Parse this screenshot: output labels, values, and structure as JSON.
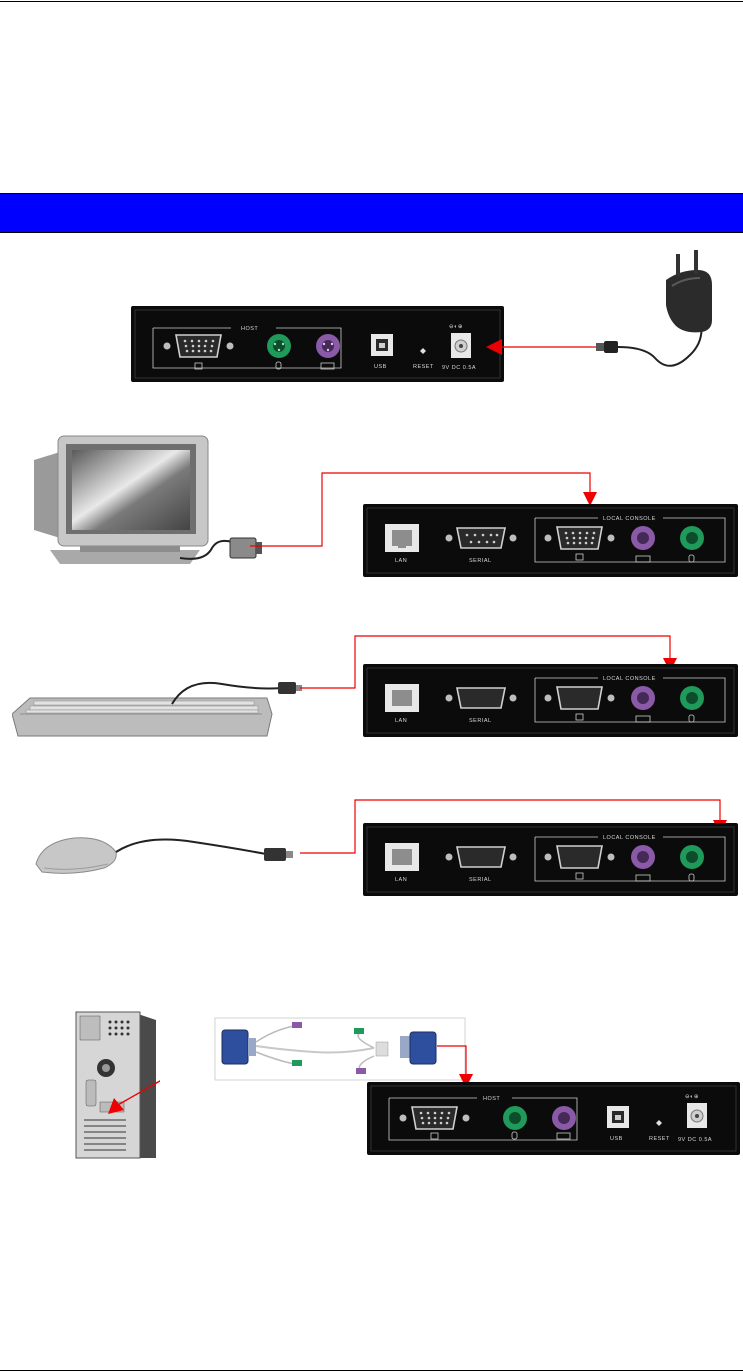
{
  "page": {
    "section_band_color": "#0000ff",
    "arrow_color": "#ee0000"
  },
  "host_panel": {
    "title": "HOST",
    "usb_label": "USB",
    "reset_label": "RESET",
    "power_label": "9V DC 0.5A"
  },
  "console_panel": {
    "title": "LOCAL CONSOLE",
    "lan_label": "LAN",
    "serial_label": "SERIAL"
  },
  "colors": {
    "ps2_mouse": "#1f9a5a",
    "ps2_keyboard": "#8a5aa8",
    "vga_connector": "#2d4f9e"
  }
}
